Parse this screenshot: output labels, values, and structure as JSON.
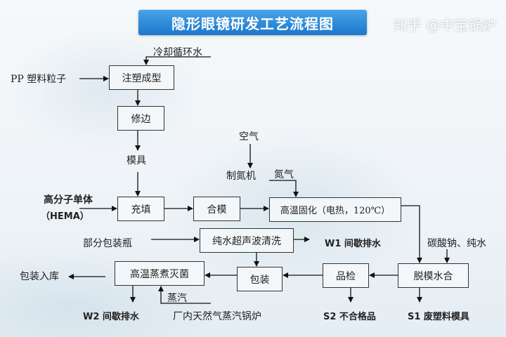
{
  "title": "隐形眼镜研发工艺流程图",
  "boxes": {
    "injection": "注塑成型",
    "trimming": "修边",
    "filling": "充填",
    "mold_closing": "合模",
    "curing": "高温固化（电热，120℃）",
    "ultrasonic": "纯水超声波清洗",
    "demold": "脱模水合",
    "inspection": "品检",
    "packaging": "包装",
    "sterilize": "高温蒸煮灭菌"
  },
  "labels": {
    "cooling_water": "冷却循环水",
    "pp": "PP 塑料粒子",
    "mold": "模具",
    "air": "空气",
    "nitrogen_gen": "制氮机",
    "nitrogen": "氮气",
    "monomer": "高分子单体",
    "hema": "（HEMA）",
    "bottles": "部分包装瓶",
    "w1": "W1 间歇排水",
    "soda": "碳酸钠、纯水",
    "storage": "包装入库",
    "steam": "蒸汽",
    "w2": "W2 间歇排水",
    "boiler": "厂内天然气蒸汽锅炉",
    "s2": "S2 不合格品",
    "s1": "S1 废塑料模具"
  },
  "watermark": "知乎 @中宝锅炉"
}
